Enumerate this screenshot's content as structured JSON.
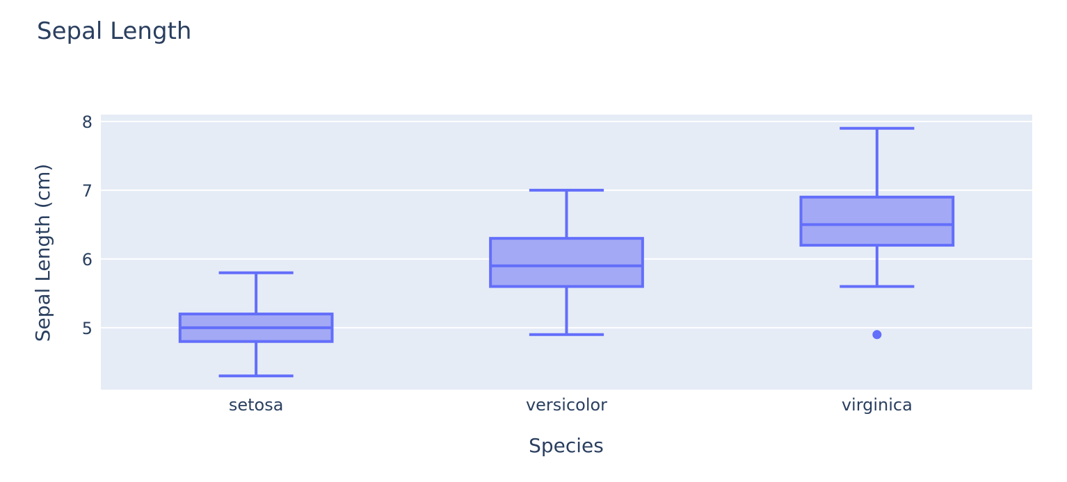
{
  "chart_data": {
    "type": "box",
    "title": "Sepal Length",
    "xlabel": "Species",
    "ylabel": "Sepal Length (cm)",
    "categories": [
      "setosa",
      "versicolor",
      "virginica"
    ],
    "ylim": [
      4.1,
      8.1
    ],
    "yticks": [
      5,
      6,
      7,
      8
    ],
    "grid": true,
    "legend": "none",
    "colors": {
      "box_line": "#636efa",
      "box_fill": "#a3a9f4",
      "plot_bg": "#e5ecf6",
      "grid": "#ffffff",
      "text": "#2a3f5f"
    },
    "series": [
      {
        "category": "setosa",
        "min": 4.3,
        "q1": 4.8,
        "median": 5.0,
        "q3": 5.2,
        "max": 5.8,
        "outliers": []
      },
      {
        "category": "versicolor",
        "min": 4.9,
        "q1": 5.6,
        "median": 5.9,
        "q3": 6.3,
        "max": 7.0,
        "outliers": []
      },
      {
        "category": "virginica",
        "min": 5.6,
        "q1": 6.2,
        "median": 6.5,
        "q3": 6.9,
        "max": 7.9,
        "outliers": [
          4.9
        ]
      }
    ]
  }
}
